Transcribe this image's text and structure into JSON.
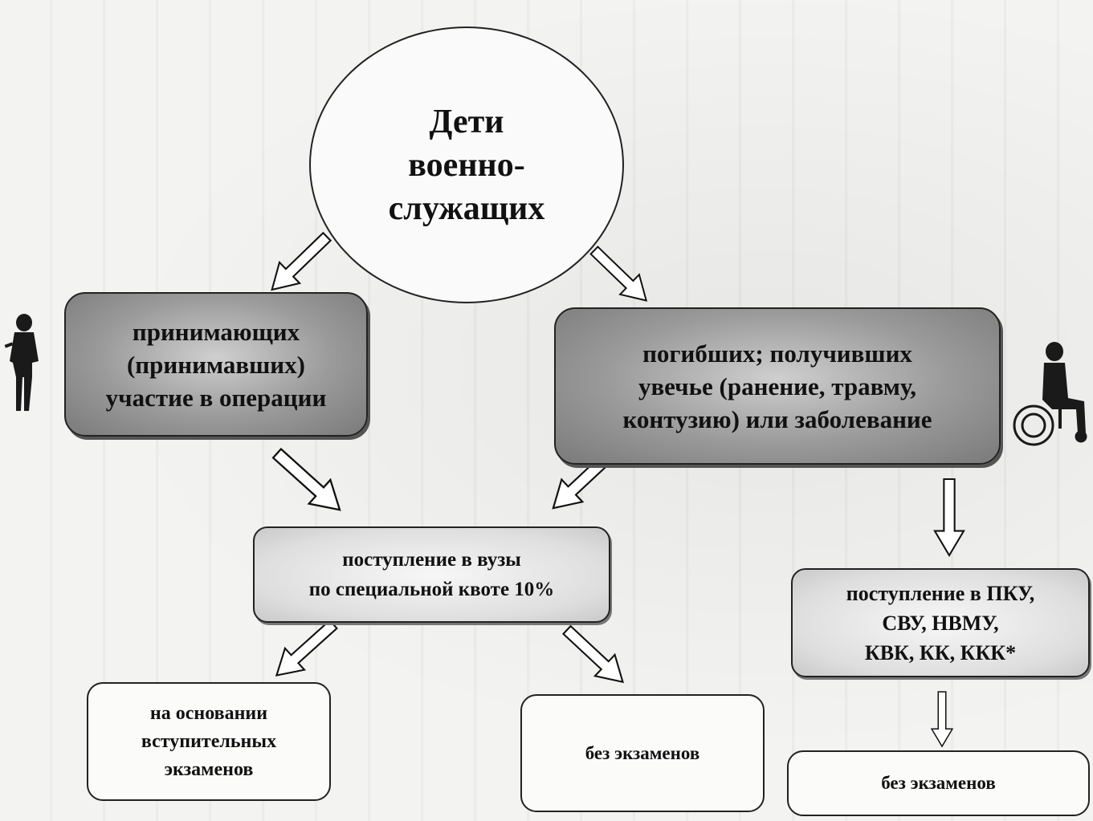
{
  "center": {
    "line1": "Дети",
    "line2": "военно-",
    "line3": "служащих"
  },
  "left_box": {
    "line1": "принимающих",
    "line2": "(принимавших)",
    "line3": "участие в операции"
  },
  "right_box": {
    "line1": "погибших; получивших",
    "line2": "увечье (ранение, травму,",
    "line3": "контузию) или заболевание"
  },
  "quota_box": {
    "line1": "поступление в вузы",
    "line2": "по специальной квоте 10%"
  },
  "right_admission_box": {
    "line1": "поступление в ПКУ,",
    "line2": "СВУ, НВМУ,",
    "line3": "КВК, КК, ККК*"
  },
  "exam_box": {
    "line1": "на основании",
    "line2": "вступительных",
    "line3": "экзаменов"
  },
  "noexam_mid_box": {
    "text": "без экзаменов"
  },
  "noexam_right_box": {
    "text": "без экзаменов"
  },
  "icons": {
    "left": "soldier-icon",
    "right": "wheelchair-icon"
  }
}
